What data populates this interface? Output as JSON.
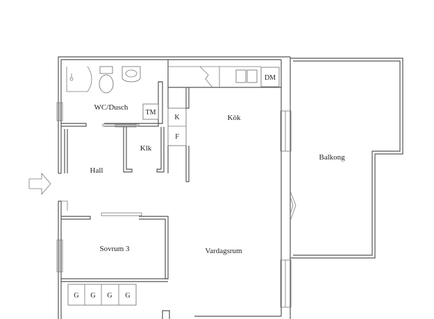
{
  "rooms": {
    "wc": "WC/Dusch",
    "tm": "TM",
    "klk": "Klk",
    "hall": "Hall",
    "kok": "Kök",
    "k": "K",
    "f": "F",
    "dm": "DM",
    "balkong": "Balkong",
    "sovrum": "Sovrum 3",
    "vardagsrum": "Vardagsrum"
  },
  "wardrobe": [
    "G",
    "G",
    "G",
    "G"
  ],
  "icons": {
    "entrance": "entrance-arrow-icon"
  }
}
